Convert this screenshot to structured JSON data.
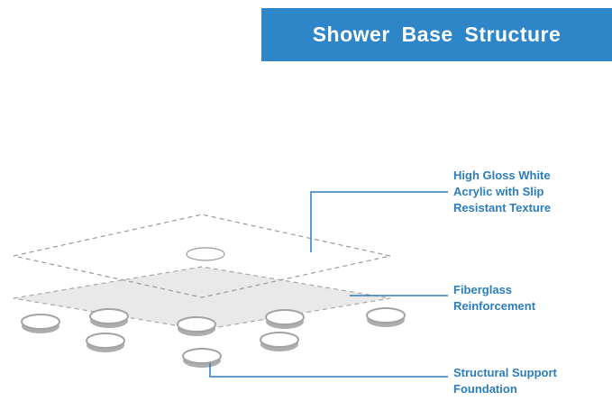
{
  "header": {
    "title": "Shower Base Structure"
  },
  "callouts": {
    "acrylic": {
      "lines": [
        "High Gloss White",
        "Acrylic with Slip",
        "Resistant Texture"
      ]
    },
    "fiberglass": {
      "lines": [
        "Fiberglass",
        "Reinforcement"
      ]
    },
    "foundation": {
      "lines": [
        "Structural Support",
        "Foundation"
      ]
    }
  },
  "colors": {
    "banner_blue": "#2e86c9",
    "label_blue": "#2b7dbd",
    "connector_blue": "#2b7dbd",
    "layer_fill_gray": "#e9e9e9",
    "outline_gray": "#9e9e9e"
  }
}
